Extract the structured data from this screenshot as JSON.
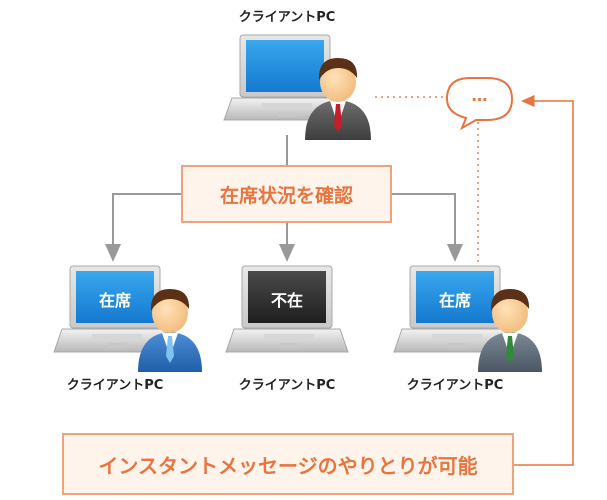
{
  "nodes": {
    "top": {
      "label": "クライアントPC"
    },
    "left": {
      "label": "クライアントPC",
      "status": "在席"
    },
    "middle": {
      "label": "クライアントPC",
      "status": "不在"
    },
    "right": {
      "label": "クライアントPC",
      "status": "在席"
    }
  },
  "check_box": {
    "label": "在席状況を確認"
  },
  "message_box": {
    "label": "インスタントメッセージのやりとりが可能"
  },
  "chat_bubble": {
    "text": "…"
  },
  "colors": {
    "accent": "#e8743f",
    "accent_light": "#f0a27a",
    "box_fill": "#fff4ec",
    "arrow_gray": "#999999",
    "screen_blue": "#1e8ee0",
    "screen_dark": "#2f2f2f"
  }
}
